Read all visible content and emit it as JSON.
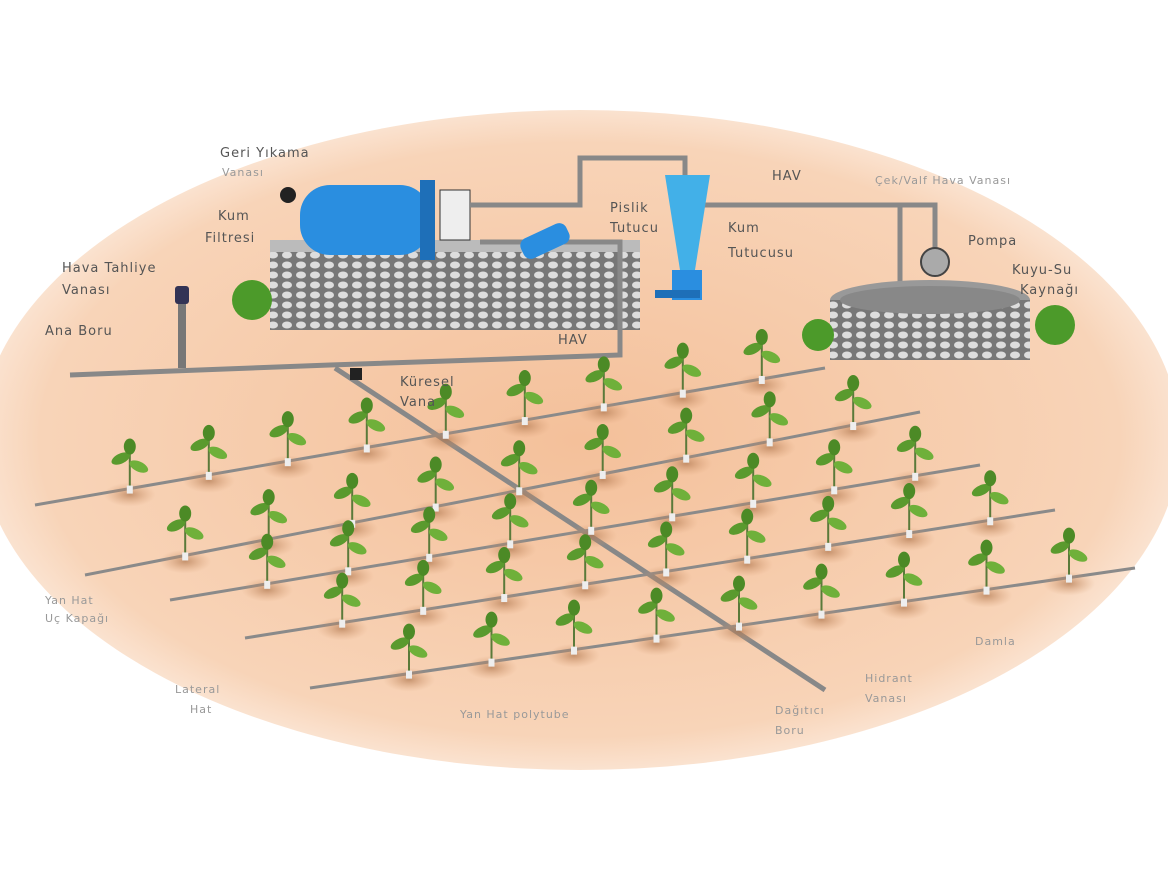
{
  "title": "Damla Sulama Sistemi",
  "labels": {
    "backwash_1": "Geri Yıkama",
    "backwash_2": "Vanası",
    "sand_filter_1": "Kum",
    "sand_filter_2": "Filtresi",
    "screen_filter_1": "Pislik",
    "screen_filter_2": "Tutucu",
    "sand_sep_1": "Kum",
    "sand_sep_2": "Tutucusu",
    "hav_top": "HAV",
    "check_valve": "Çek/Valf Hava Vanası",
    "pump": "Pompa",
    "well_1": "Kuyu-Su",
    "well_2": "Kaynağı",
    "air_release_1": "Hava Tahliye",
    "air_release_2": "Vanası",
    "main_pipe": "Ana Boru",
    "hav_bottom": "HAV",
    "ball_valve_1": "Küresel",
    "ball_valve_2": "Vana",
    "end_cap_1": "Yan Hat",
    "end_cap_2": "Uç Kapağı",
    "lateral_1": "Lateral",
    "lateral_2": "Hat",
    "lateral_polytube": "Yan Hat polytube",
    "manifold_1": "Dağıtıcı",
    "manifold_2": "Boru",
    "hydrant_1": "Hidrant",
    "hydrant_2": "Vanası",
    "dripper": "Damla"
  },
  "colors": {
    "soil": "#f6c9a6",
    "filter_blue": "#2a8ee0",
    "pipe": "#7c7c7c",
    "leaf": "#5a9a2e"
  }
}
